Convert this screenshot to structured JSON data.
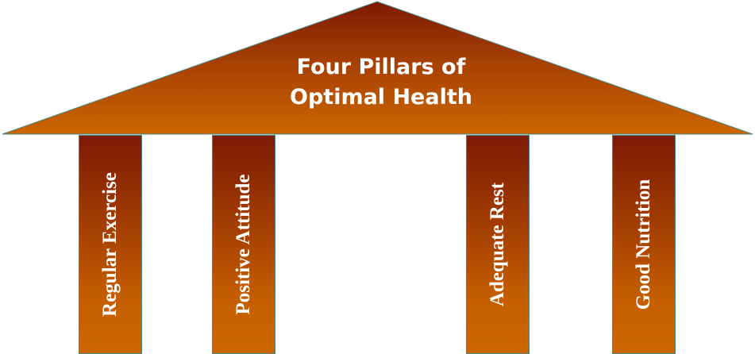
{
  "diagram": {
    "roof": {
      "title_line1": "Four Pillars of",
      "title_line2": "Optimal Health"
    },
    "pillars": [
      {
        "label": "Regular Exercise"
      },
      {
        "label": "Positive Attitude"
      },
      {
        "label": "Adequate Rest"
      },
      {
        "label": "Good Nutrition"
      }
    ],
    "colors": {
      "dark_top": "#7d1a04",
      "orange_bottom": "#cc6600",
      "text": "#ffffff",
      "outline": "#4a8a8a"
    }
  }
}
